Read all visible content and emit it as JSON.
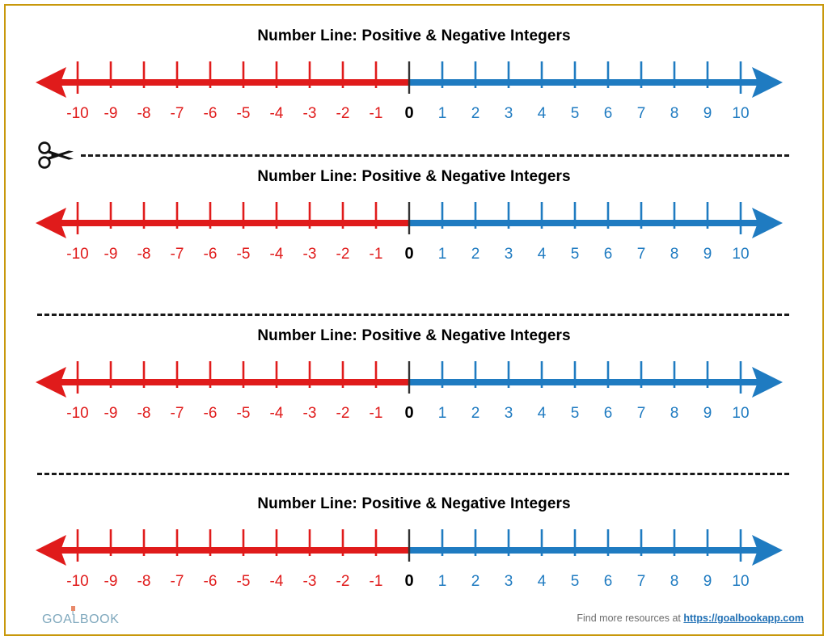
{
  "page": {
    "border_color": "#c8980b",
    "background": "#ffffff"
  },
  "worksheet": {
    "title": "Number Line: Positive & Negative Integers",
    "sections": [
      {
        "title": "Number Line: Positive & Negative Integers"
      },
      {
        "title": "Number Line: Positive & Negative Integers"
      },
      {
        "title": "Number Line: Positive & Negative Integers"
      },
      {
        "title": "Number Line: Positive & Negative Integers"
      }
    ]
  },
  "chart_data": {
    "type": "line",
    "title": "Number Line: Positive & Negative Integers",
    "xlabel": "",
    "ylabel": "",
    "xlim": [
      -10,
      10
    ],
    "grid": false,
    "legend": "none",
    "tick_step": 1,
    "categories": [
      -10,
      -9,
      -8,
      -7,
      -6,
      -5,
      -4,
      -3,
      -2,
      -1,
      0,
      1,
      2,
      3,
      4,
      5,
      6,
      7,
      8,
      9,
      10
    ],
    "tick_labels": [
      "-10",
      "-9",
      "-8",
      "-7",
      "-6",
      "-5",
      "-4",
      "-3",
      "-2",
      "-1",
      "0",
      "1",
      "2",
      "3",
      "4",
      "5",
      "6",
      "7",
      "8",
      "9",
      "10"
    ],
    "series": [
      {
        "name": "negative-integers",
        "color": "#e01b1b",
        "values": [
          -10,
          -9,
          -8,
          -7,
          -6,
          -5,
          -4,
          -3,
          -2,
          -1
        ]
      },
      {
        "name": "zero",
        "color": "#222222",
        "values": [
          0
        ]
      },
      {
        "name": "positive-integers",
        "color": "#1f7bc1",
        "values": [
          1,
          2,
          3,
          4,
          5,
          6,
          7,
          8,
          9,
          10
        ]
      }
    ],
    "arrows": {
      "left": "infinite-negative",
      "right": "infinite-positive"
    },
    "repeat_count": 4
  },
  "colors": {
    "negative": "#e01b1b",
    "positive": "#1f7bc1",
    "zero": "#000000",
    "cut_line": "#1a1a1a",
    "border": "#c8980b",
    "logo": "#7fa8bd",
    "logo_mark": "#e8896a",
    "link": "#1f6fb4",
    "note": "#6d6d6d"
  },
  "cut_lines": [
    {
      "has_scissors": true,
      "icon": "scissors-icon"
    },
    {
      "has_scissors": false,
      "icon": ""
    },
    {
      "has_scissors": false,
      "icon": ""
    }
  ],
  "footer": {
    "logo_text": "GOALBOOK",
    "note_prefix": "Find more resources at",
    "link_text": "https://goalbookapp.com"
  }
}
